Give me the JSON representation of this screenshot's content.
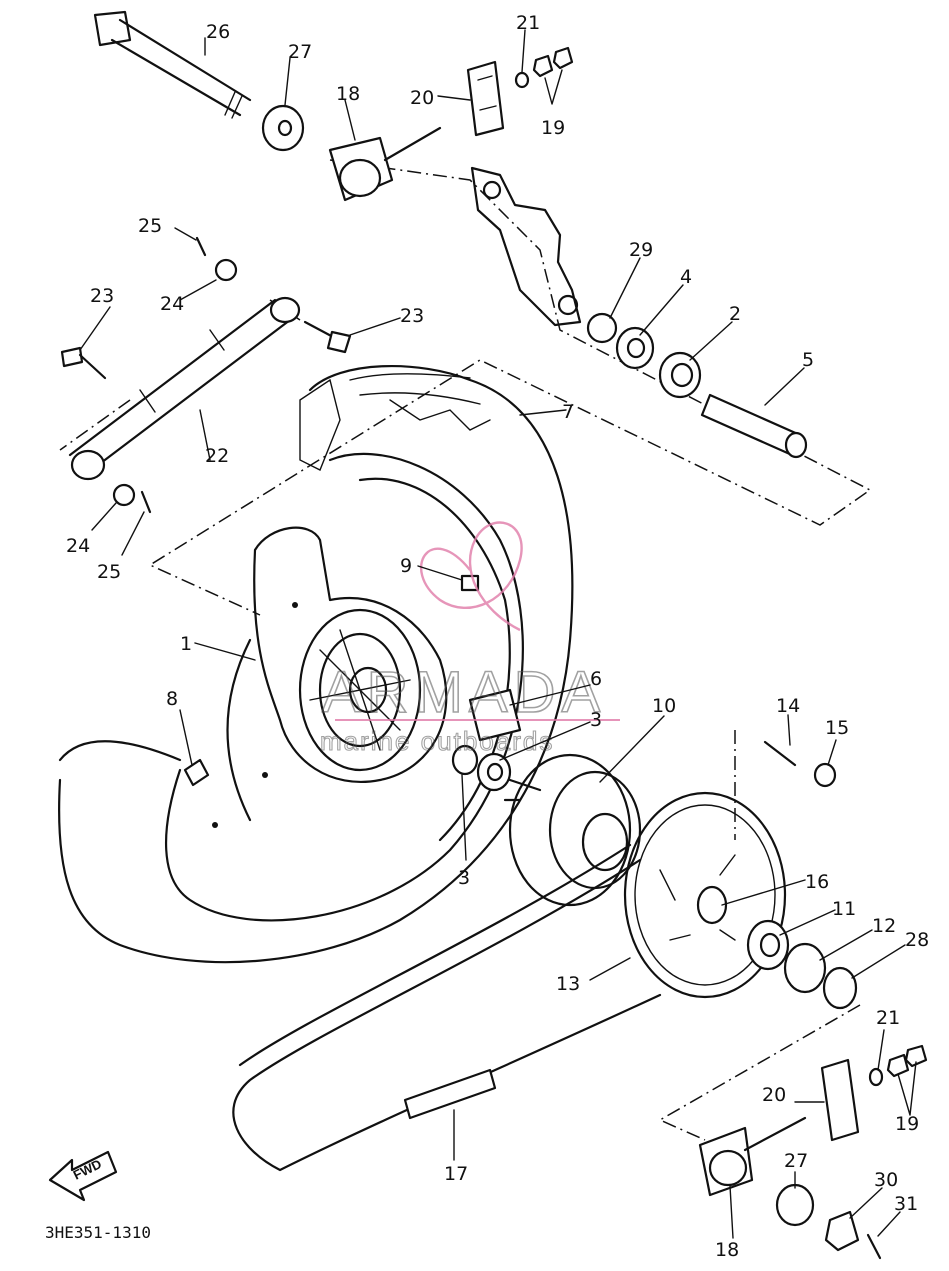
{
  "diagram": {
    "part_labels": [
      "1",
      "2",
      "3",
      "3",
      "4",
      "5",
      "6",
      "7",
      "8",
      "9",
      "10",
      "11",
      "12",
      "13",
      "14",
      "15",
      "16",
      "17",
      "18",
      "18",
      "19",
      "19",
      "20",
      "20",
      "21",
      "21",
      "22",
      "23",
      "23",
      "24",
      "24",
      "25",
      "25",
      "26",
      "27",
      "27",
      "28",
      "29",
      "30",
      "31"
    ],
    "drawing_code": "3HE351-1310",
    "direction_arrow": "FWD"
  },
  "watermark": {
    "name": "ARMADA",
    "tagline": "marine outboards",
    "accent_color": "#e07aa8"
  },
  "colors": {
    "line": "#111111",
    "background": "#ffffff"
  }
}
